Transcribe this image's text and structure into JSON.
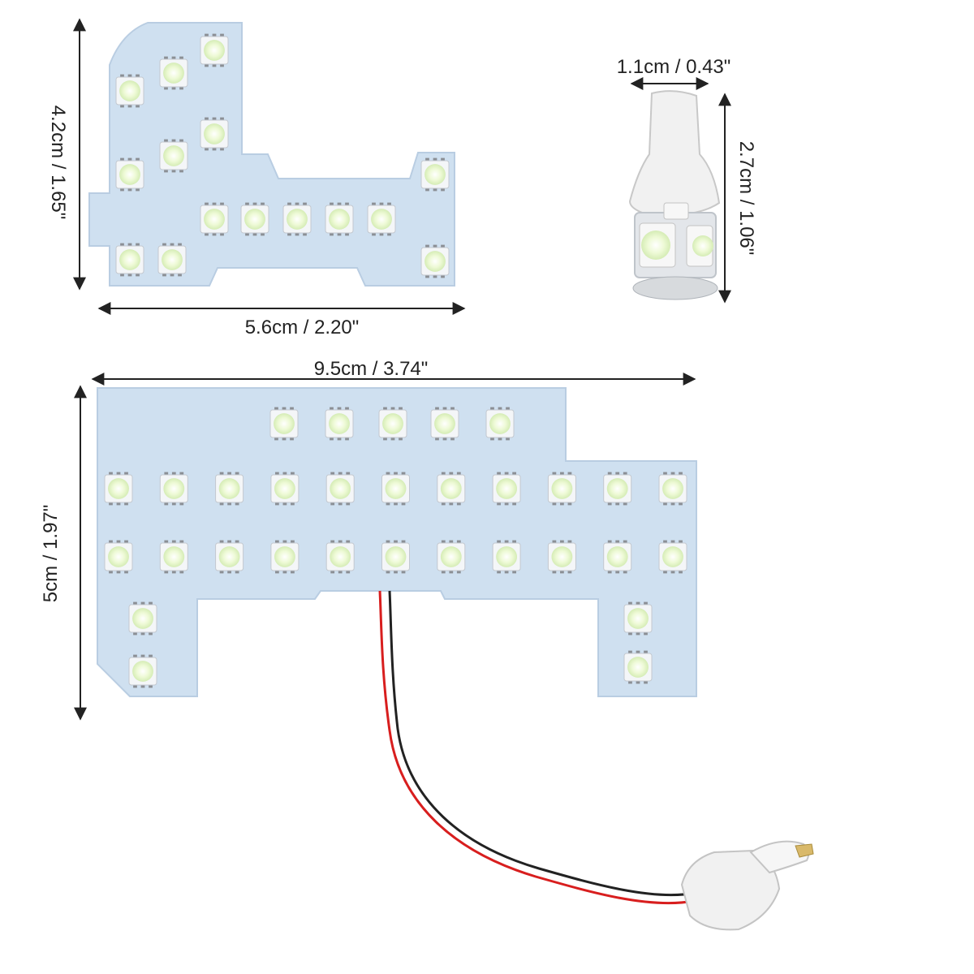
{
  "colors": {
    "board": "#cfe0f0",
    "board_edge": "#b9cde2",
    "led_body": "#f4f6f8",
    "led_core": "#e9f7c9",
    "wire_red": "#d81e1e",
    "wire_black": "#222222",
    "socket": "#f1f1f1",
    "dimension_line": "#222222"
  },
  "small_panel": {
    "width_label": "5.6cm / 2.20\"",
    "height_label": "4.2cm / 1.65\""
  },
  "bulb": {
    "width_label": "1.1cm / 0.43\"",
    "height_label": "2.7cm / 1.06\""
  },
  "large_panel": {
    "width_label": "9.5cm / 3.74\"",
    "height_label": "5cm / 1.97\""
  }
}
